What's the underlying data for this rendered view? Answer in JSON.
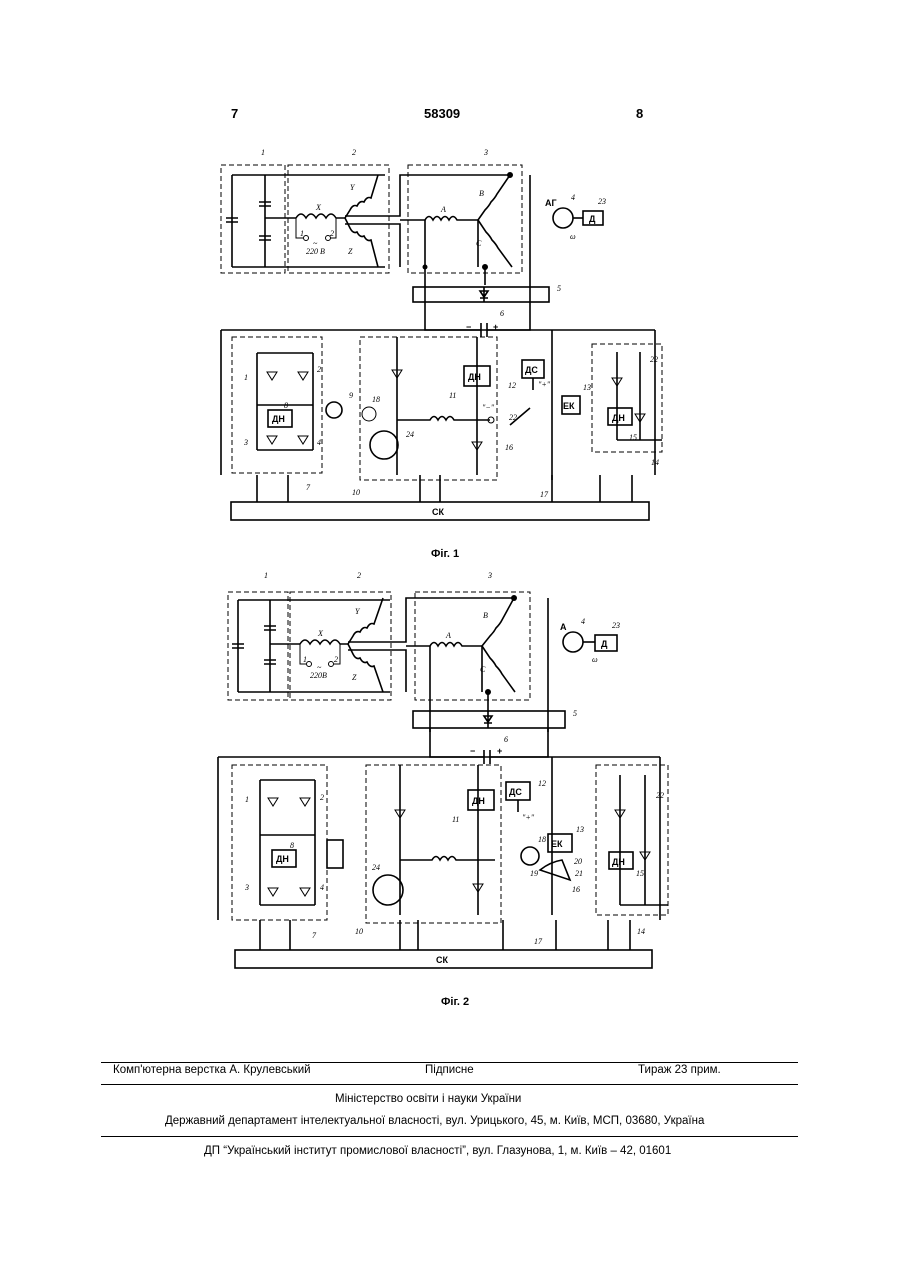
{
  "header": {
    "page_left": "7",
    "patent_number": "58309",
    "page_right": "8"
  },
  "fig1": {
    "caption": "Фіг. 1",
    "labels": {
      "n1": "1",
      "n2": "2",
      "n3": "3",
      "n4": "4",
      "n5": "5",
      "n6": "6",
      "n7": "7",
      "n8": "8",
      "n9": "9",
      "n10": "10",
      "n11": "11",
      "n12": "12",
      "n13": "13",
      "n14": "14",
      "n15": "15",
      "n16": "16",
      "n17": "17",
      "n18": "18",
      "n22": "22",
      "n22b": "22",
      "n23": "23",
      "n24": "24",
      "X": "X",
      "Y": "Y",
      "Z": "Z",
      "A": "A",
      "B": "B",
      "C": "C",
      "t1": "1",
      "t2": "2",
      "voltage": "220 В",
      "tilde": "~",
      "ag": "АГ",
      "omega": "ω",
      "d": "Д",
      "dn": "ДН",
      "dn2": "ДН",
      "dn3": "ДН",
      "ds": "ДС",
      "ek": "ЕК",
      "sk": "СК",
      "minus": "−",
      "plus": "+",
      "plus_q": "\"+\"",
      "minus_q": "\"−\"",
      "k1": "1",
      "k2": "2",
      "k3": "3",
      "k4": "4"
    }
  },
  "fig2": {
    "caption": "Фіг. 2",
    "labels": {
      "n1": "1",
      "n2": "2",
      "n3": "3",
      "n4": "4",
      "n5": "5",
      "n6": "6",
      "n7": "7",
      "n8": "8",
      "n10": "10",
      "n11": "11",
      "n12": "12",
      "n13": "13",
      "n14": "14",
      "n15": "15",
      "n16": "16",
      "n17": "17",
      "n18": "18",
      "n19": "19",
      "n20": "20",
      "n21": "21",
      "n22": "22",
      "n23": "23",
      "n24": "24",
      "X": "X",
      "Y": "Y",
      "Z": "Z",
      "A": "A",
      "B": "B",
      "C": "C",
      "t1": "1",
      "t2": "2",
      "voltage": "220В",
      "tilde": "~",
      "ag": "А",
      "omega": "ω",
      "d": "Д",
      "dn": "ДН",
      "dn2": "ДН",
      "dn3": "ДН",
      "ds": "ДС",
      "ek": "ЕК",
      "sk": "СК",
      "minus": "−",
      "plus": "+",
      "plus_q": "\"+\"",
      "k1": "1",
      "k2": "2",
      "k3": "3",
      "k4": "4"
    }
  },
  "footer": {
    "layout": "Комп'ютерна верстка А. Крулевський",
    "signed": "Підписне",
    "circulation": "Тираж 23 прим.",
    "ministry": "Міністерство освіти і науки України",
    "department": "Державний департамент інтелектуальної власності, вул. Урицького, 45, м. Київ, МСП, 03680, Україна",
    "institute": "ДП “Український інститут промислової власності”, вул. Глазунова, 1, м. Київ – 42, 01601"
  }
}
